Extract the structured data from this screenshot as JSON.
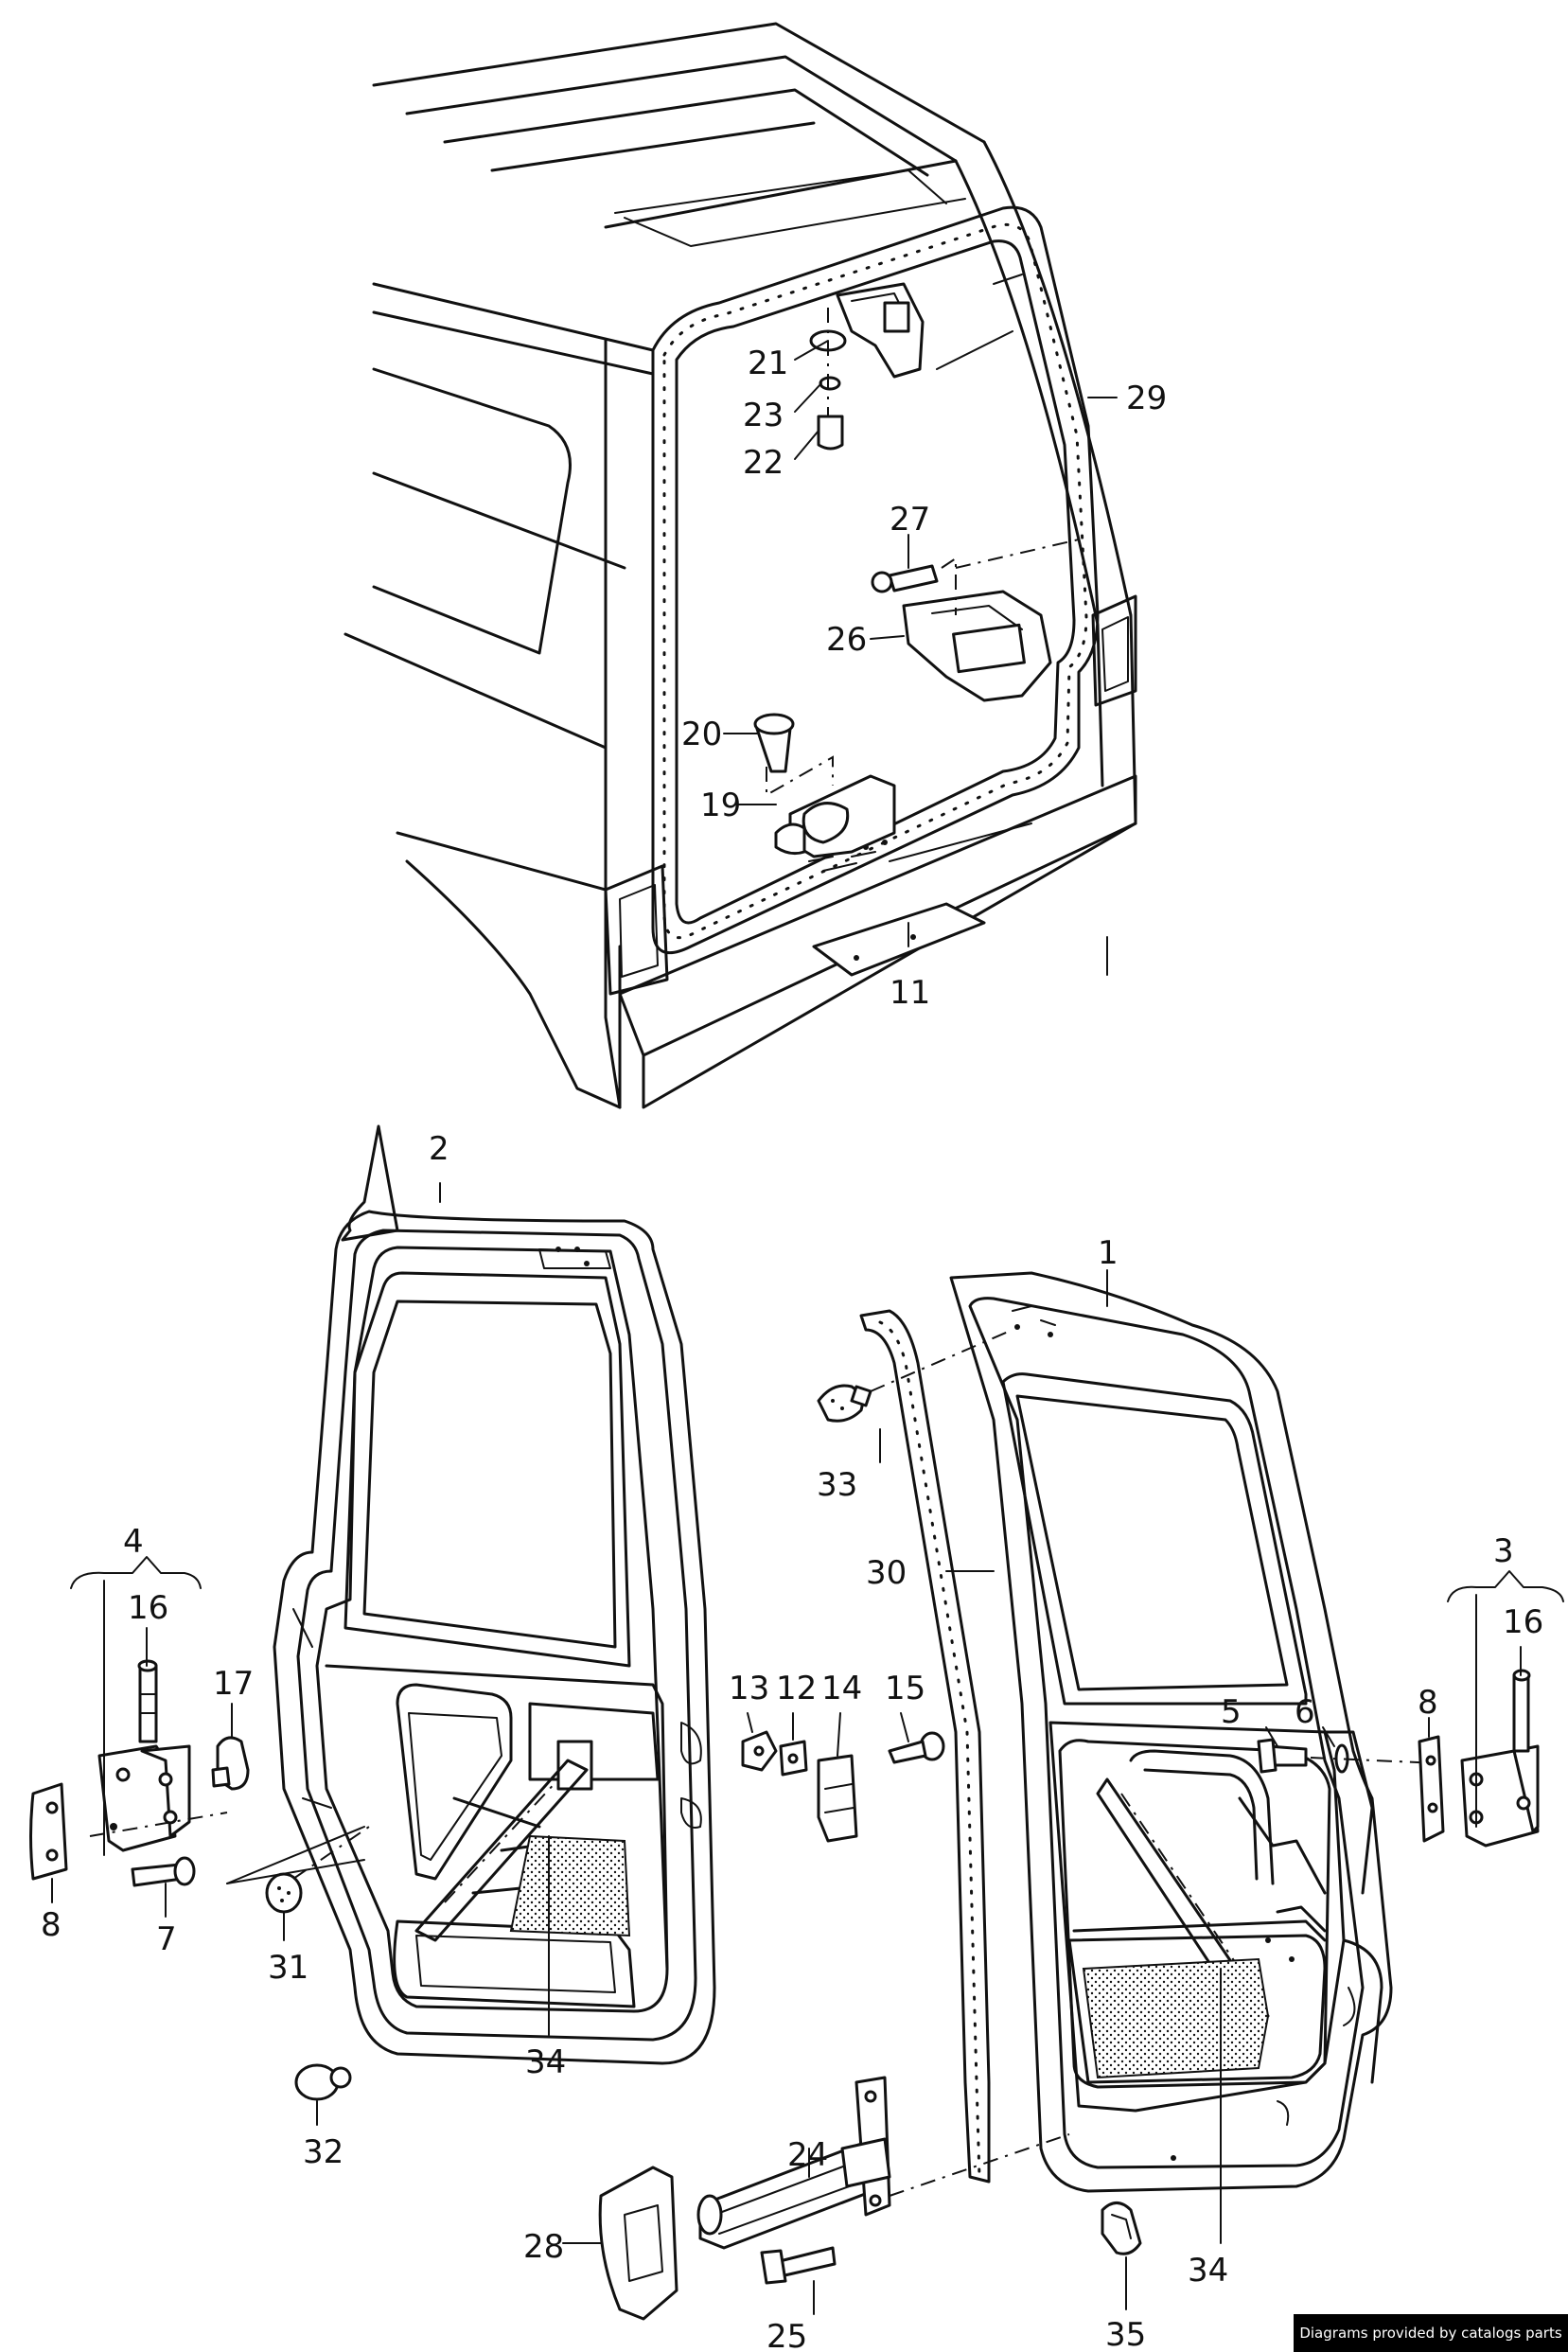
{
  "credit": "Diagrams provided by catalogs parts",
  "callouts": [
    {
      "id": "c1",
      "text": "1"
    },
    {
      "id": "c2",
      "text": "2"
    },
    {
      "id": "c3",
      "text": "3"
    },
    {
      "id": "c4",
      "text": "4"
    },
    {
      "id": "c5",
      "text": "5"
    },
    {
      "id": "c6",
      "text": "6"
    },
    {
      "id": "c7",
      "text": "7"
    },
    {
      "id": "c8a",
      "text": "8"
    },
    {
      "id": "c8b",
      "text": "8"
    },
    {
      "id": "c11",
      "text": "11"
    },
    {
      "id": "c12",
      "text": "12"
    },
    {
      "id": "c13",
      "text": "13"
    },
    {
      "id": "c14",
      "text": "14"
    },
    {
      "id": "c15",
      "text": "15"
    },
    {
      "id": "c16a",
      "text": "16"
    },
    {
      "id": "c16b",
      "text": "16"
    },
    {
      "id": "c17",
      "text": "17"
    },
    {
      "id": "c19",
      "text": "19"
    },
    {
      "id": "c20",
      "text": "20"
    },
    {
      "id": "c21",
      "text": "21"
    },
    {
      "id": "c22",
      "text": "22"
    },
    {
      "id": "c23",
      "text": "23"
    },
    {
      "id": "c24",
      "text": "24"
    },
    {
      "id": "c25",
      "text": "25"
    },
    {
      "id": "c26",
      "text": "26"
    },
    {
      "id": "c27",
      "text": "27"
    },
    {
      "id": "c28",
      "text": "28"
    },
    {
      "id": "c29",
      "text": "29"
    },
    {
      "id": "c30",
      "text": "30"
    },
    {
      "id": "c31",
      "text": "31"
    },
    {
      "id": "c32",
      "text": "32"
    },
    {
      "id": "c33",
      "text": "33"
    },
    {
      "id": "c34a",
      "text": "34"
    },
    {
      "id": "c34b",
      "text": "34"
    },
    {
      "id": "c35",
      "text": "35"
    }
  ]
}
